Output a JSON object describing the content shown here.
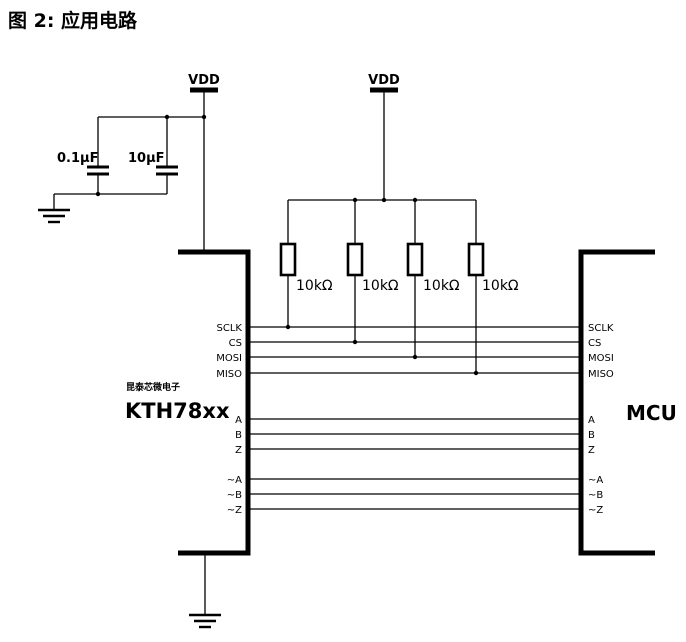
{
  "title": "图 2: 应用电路",
  "power": {
    "vdd_left": "VDD",
    "vdd_right": "VDD"
  },
  "capacitors": [
    "0.1µF",
    "10µF"
  ],
  "resistors": [
    "10kΩ",
    "10kΩ",
    "10kΩ",
    "10kΩ"
  ],
  "chip": {
    "maker": "昆泰芯微电子",
    "name": "KTH78xx"
  },
  "mcu": {
    "name": "MCU"
  },
  "pins": {
    "left": [
      "SCLK",
      "CS",
      "MOSI",
      "MISO",
      "A",
      "B",
      "Z",
      "~A",
      "~B",
      "~Z"
    ],
    "right": [
      "SCLK",
      "CS",
      "MOSI",
      "MISO",
      "A",
      "B",
      "Z",
      "~A",
      "~B",
      "~Z"
    ]
  }
}
